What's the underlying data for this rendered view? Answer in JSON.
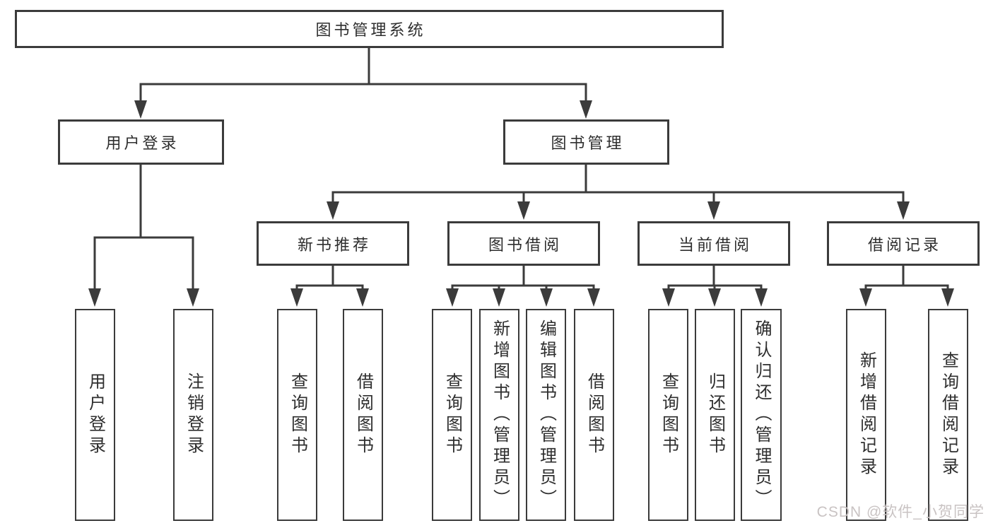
{
  "tree": {
    "root": {
      "label": "图书管理系统"
    },
    "branches": [
      {
        "label": "用户登录",
        "children": [
          {
            "label": "用户登录"
          },
          {
            "label": "注销登录"
          }
        ]
      },
      {
        "label": "图书管理",
        "groups": [
          {
            "label": "新书推荐",
            "children": [
              {
                "label": "查询图书"
              },
              {
                "label": "借阅图书"
              }
            ]
          },
          {
            "label": "图书借阅",
            "children": [
              {
                "label": "查询图书"
              },
              {
                "label": "新增图书（管理员）"
              },
              {
                "label": "编辑图书（管理员）"
              },
              {
                "label": "借阅图书"
              }
            ]
          },
          {
            "label": "当前借阅",
            "children": [
              {
                "label": "查询图书"
              },
              {
                "label": "归还图书"
              },
              {
                "label": "确认归还（管理员）"
              }
            ]
          },
          {
            "label": "借阅记录",
            "children": [
              {
                "label": "新增借阅记录"
              },
              {
                "label": "查询借阅记录"
              }
            ]
          }
        ]
      }
    ]
  },
  "watermark": {
    "text": "CSDN @软件_小贺同学"
  },
  "colors": {
    "line": "#3b3b3b",
    "text": "#2e2e2e",
    "background": "#ffffff",
    "watermark": "#c9c3c3"
  }
}
